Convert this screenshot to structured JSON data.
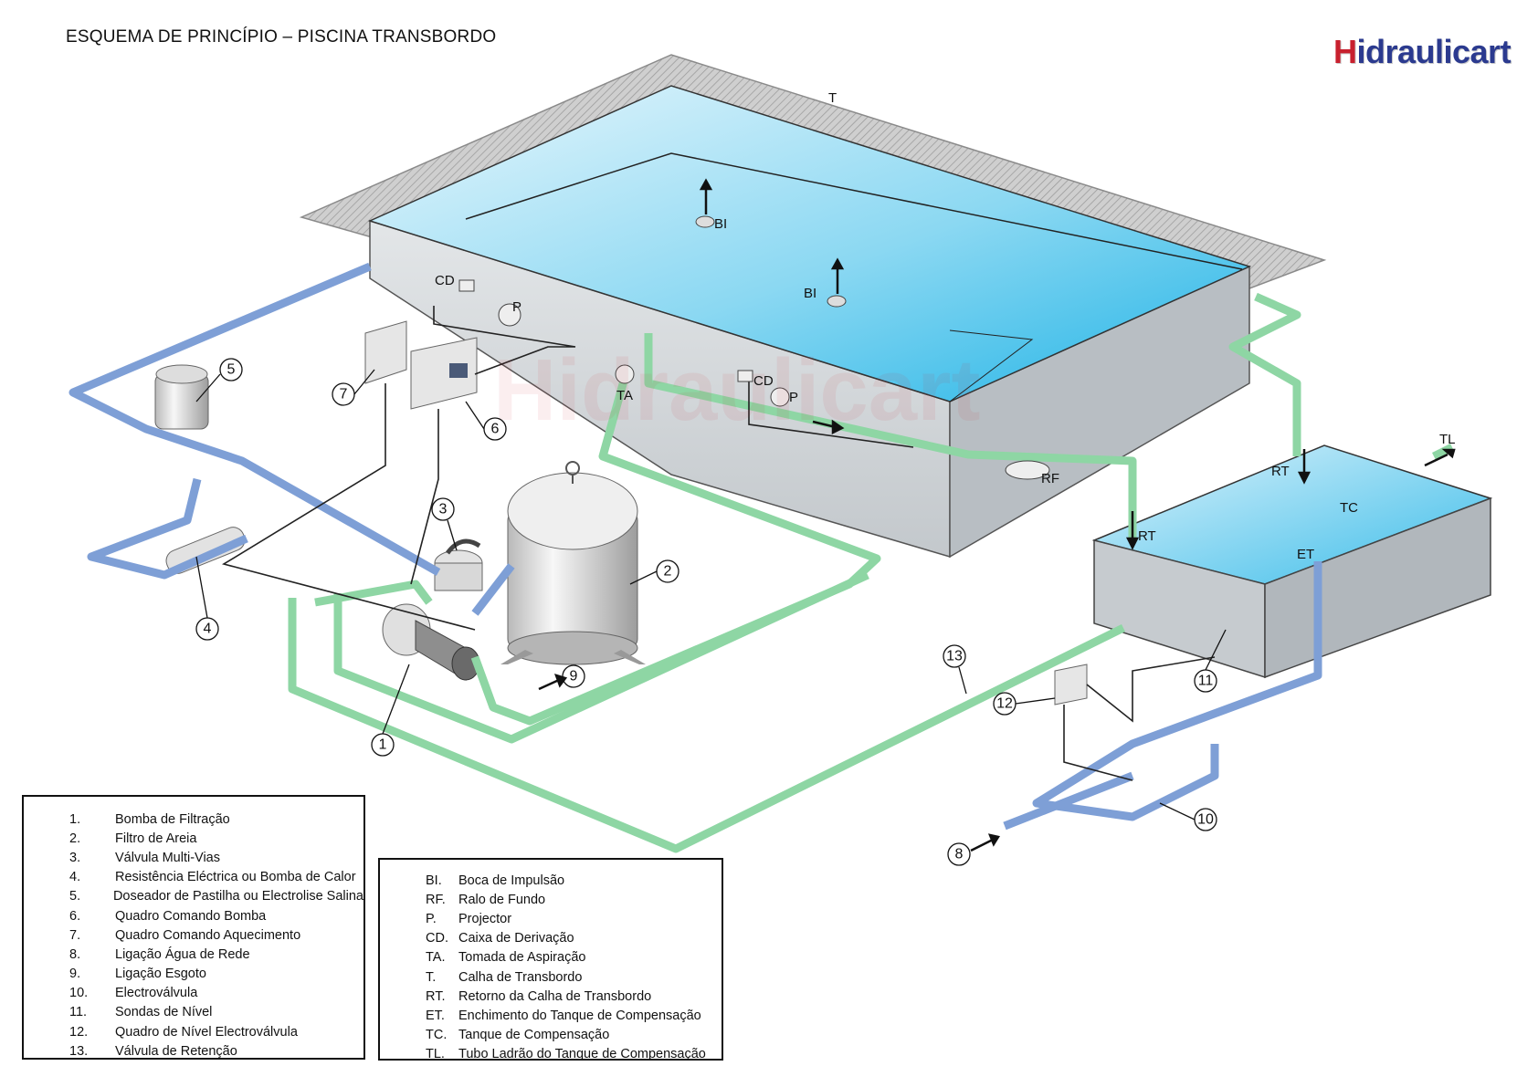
{
  "header": {
    "title": "ESQUEMA DE PRINCÍPIO – PISCINA TRANSBORDO",
    "logo_prefix": "H",
    "logo_rest": "idraulicart"
  },
  "labels": {
    "T": "T",
    "BI": "BI",
    "CD": "CD",
    "P": "P",
    "TA": "TA",
    "RF": "RF",
    "RT": "RT",
    "TL": "TL",
    "TC": "TC",
    "ET": "ET"
  },
  "callouts": [
    "1",
    "2",
    "3",
    "4",
    "5",
    "6",
    "7",
    "8",
    "9",
    "10",
    "11",
    "12",
    "13"
  ],
  "watermark": "Hidraulicart",
  "legend_components": [
    {
      "key": "1.",
      "text": "Bomba de Filtração"
    },
    {
      "key": "2.",
      "text": "Filtro de Areia"
    },
    {
      "key": "3.",
      "text": "Válvula Multi-Vias"
    },
    {
      "key": "4.",
      "text": "Resistência Eléctrica ou Bomba de Calor"
    },
    {
      "key": "5.",
      "text": "Doseador de Pastilha ou Electrolise Salina"
    },
    {
      "key": "6.",
      "text": "Quadro Comando Bomba"
    },
    {
      "key": "7.",
      "text": "Quadro Comando Aquecimento"
    },
    {
      "key": "8.",
      "text": "Ligação Água de Rede"
    },
    {
      "key": "9.",
      "text": "Ligação Esgoto"
    },
    {
      "key": "10.",
      "text": "Electroválvula"
    },
    {
      "key": "11.",
      "text": "Sondas de Nível"
    },
    {
      "key": "12.",
      "text": "Quadro de Nível Electroválvula"
    },
    {
      "key": "13.",
      "text": "Válvula de Retenção"
    }
  ],
  "legend_abbreviations": [
    {
      "key": "BI.",
      "text": "Boca de Impulsão"
    },
    {
      "key": "RF.",
      "text": "Ralo de Fundo"
    },
    {
      "key": "P.",
      "text": "Projector"
    },
    {
      "key": "CD.",
      "text": "Caixa de Derivação"
    },
    {
      "key": "TA.",
      "text": "Tomada de Aspiração"
    },
    {
      "key": "T.",
      "text": "Calha de Transbordo"
    },
    {
      "key": "RT.",
      "text": "Retorno da Calha de Transbordo"
    },
    {
      "key": "ET.",
      "text": "Enchimento do Tanque de Compensação"
    },
    {
      "key": "TC.",
      "text": "Tanque de Compensação"
    },
    {
      "key": "TL.",
      "text": "Tubo Ladrão do Tanque de Compensação"
    }
  ],
  "colors": {
    "water": "#5cc8ee",
    "pipe_blue": "#7e9fd6",
    "pipe_green": "#8ed6a4",
    "wall": "#c9ced2",
    "gutter": "#b5b5b5"
  }
}
